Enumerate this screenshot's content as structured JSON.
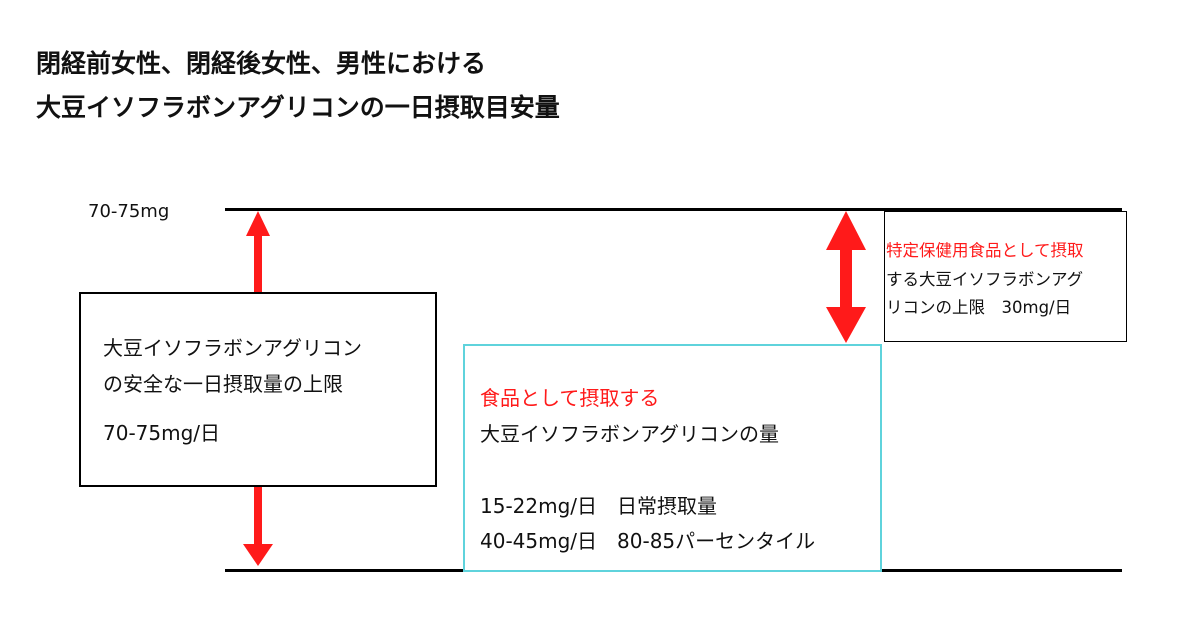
{
  "title": {
    "line1": "閉経前女性、閉経後女性、男性における",
    "line2": "大豆イソフラボンアグリコンの一日摂取目安量"
  },
  "axis_label": "70-75mg",
  "safe_limit_box": {
    "line1": "大豆イソフラボンアグリコン",
    "line2": "の安全な一日摂取量の上限",
    "value": "70-75mg/日"
  },
  "food_intake_box": {
    "heading_red": "食品として摂取する",
    "heading": "大豆イソフラボンアグリコンの量",
    "row1": "15-22mg/日　日常摂取量",
    "row2": "40-45mg/日　80-85パーセンタイル"
  },
  "supplement_box": {
    "line1_red": "特定保健用食品として摂取",
    "line2": "する大豆イソフラボンアグ",
    "line3": "リコンの上限　30mg/日"
  },
  "colors": {
    "arrow": "#ff1a1a",
    "accent_box": "#5fd3dc",
    "red_text": "#ff1a1a"
  }
}
